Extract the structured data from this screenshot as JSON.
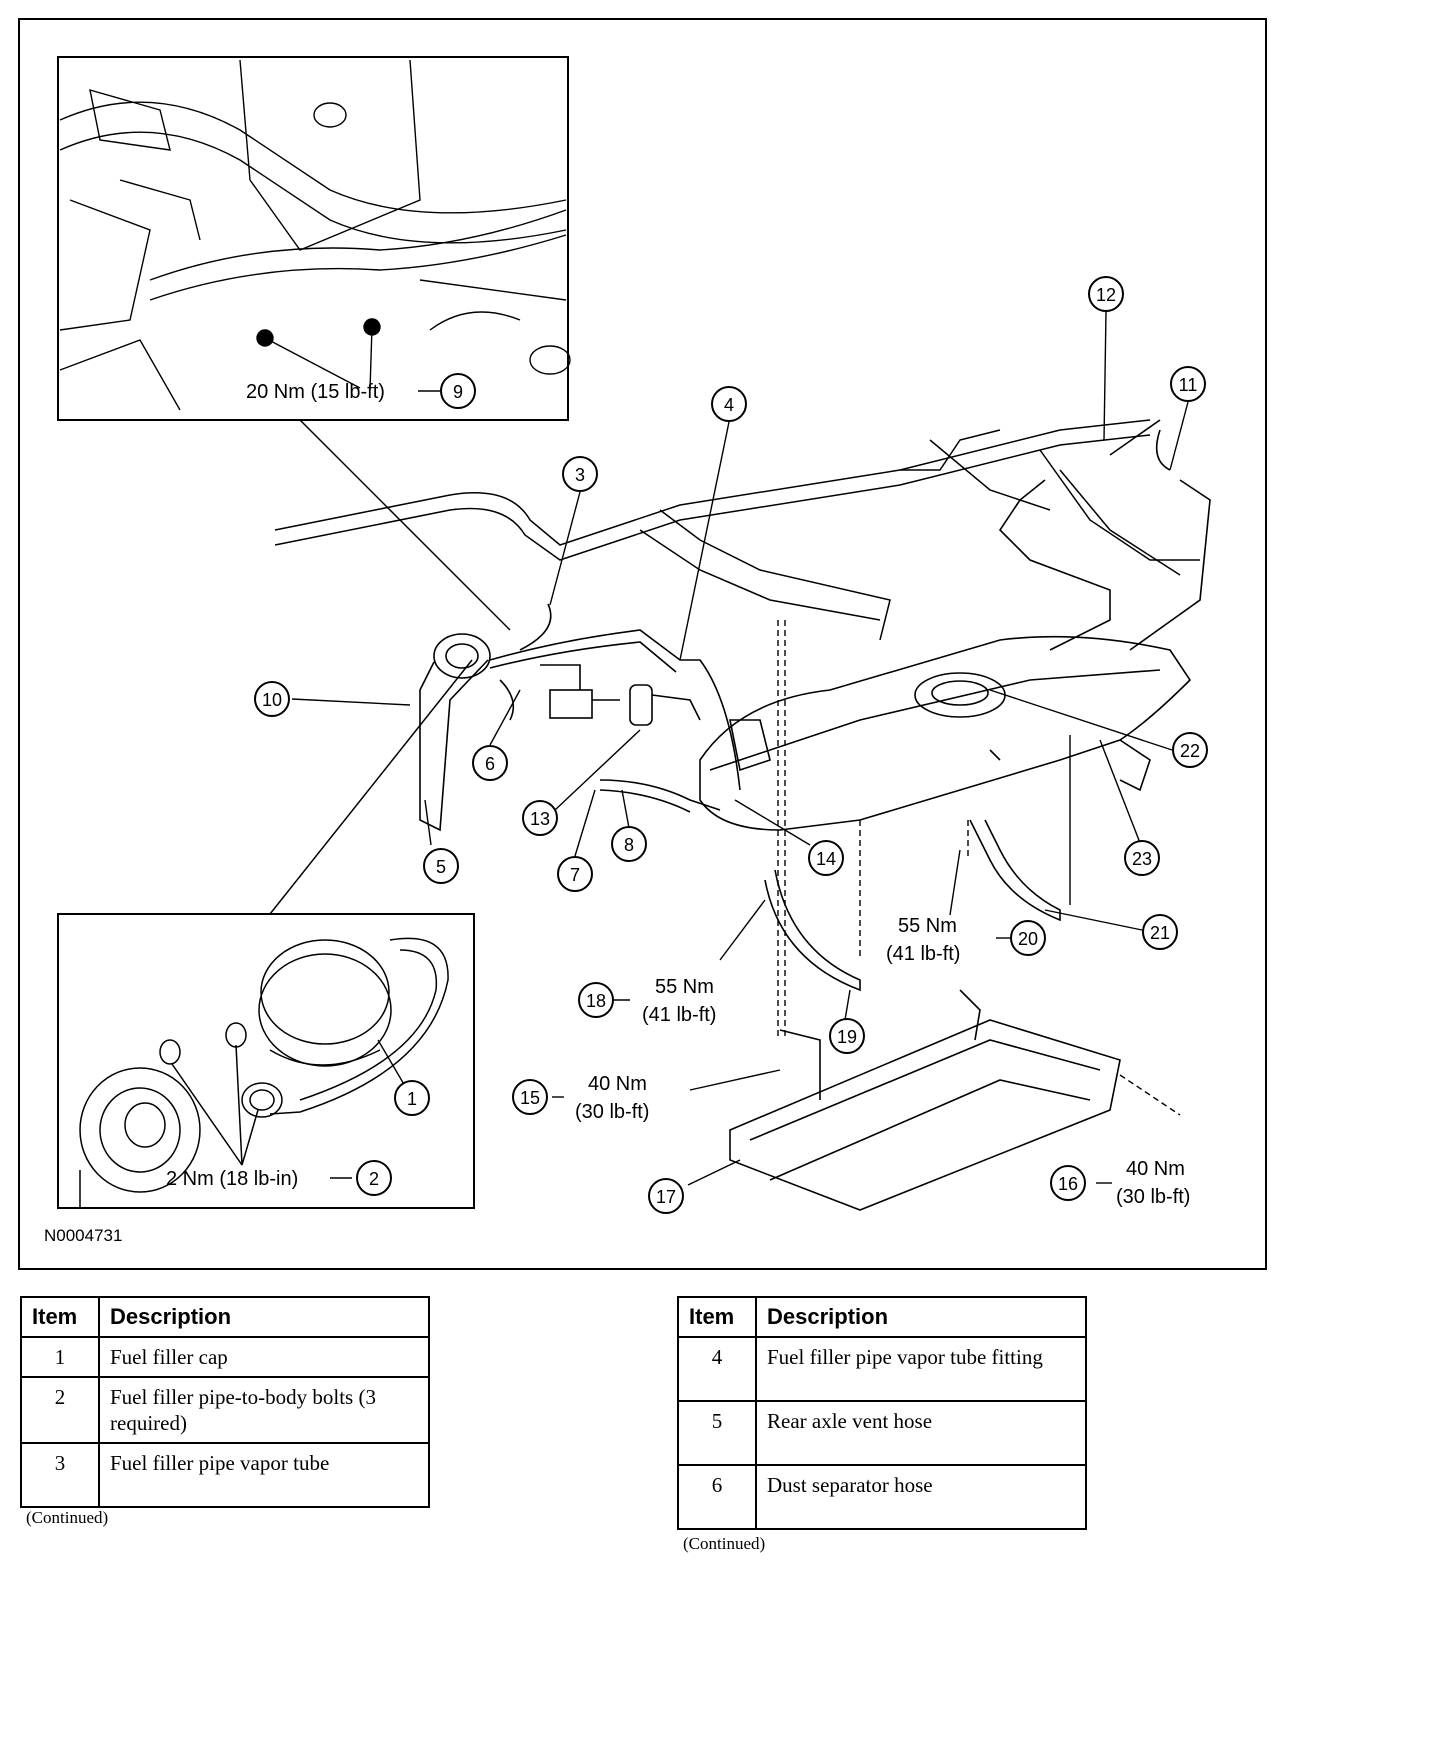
{
  "figure_id": "N0004731",
  "torque": {
    "t9": "20 Nm (15 lb-ft)",
    "t2": "2 Nm (18 lb-in)",
    "t18_nm": "55 Nm",
    "t18_lbft": "(41 lb-ft)",
    "t20_nm": "55 Nm",
    "t20_lbft": "(41 lb-ft)",
    "t15_nm": "40 Nm",
    "t15_lbft": "(30 lb-ft)",
    "t16_nm": "40 Nm",
    "t16_lbft": "(30 lb-ft)"
  },
  "callouts": [
    "1",
    "2",
    "3",
    "4",
    "5",
    "6",
    "7",
    "8",
    "9",
    "10",
    "11",
    "12",
    "13",
    "14",
    "15",
    "16",
    "17",
    "18",
    "19",
    "20",
    "21",
    "22",
    "23"
  ],
  "table_left": {
    "header_item": "Item",
    "header_desc": "Description",
    "rows": [
      {
        "item": "1",
        "desc": "Fuel filler cap"
      },
      {
        "item": "2",
        "desc": "Fuel filler pipe-to-body bolts (3 required)"
      },
      {
        "item": "3",
        "desc": "Fuel filler pipe vapor tube"
      }
    ],
    "continued": "(Continued)"
  },
  "table_right": {
    "header_item": "Item",
    "header_desc": "Description",
    "rows": [
      {
        "item": "4",
        "desc": "Fuel filler pipe vapor tube fitting"
      },
      {
        "item": "5",
        "desc": "Rear axle vent hose"
      },
      {
        "item": "6",
        "desc": "Dust separator hose"
      }
    ],
    "continued": "(Continued)"
  }
}
